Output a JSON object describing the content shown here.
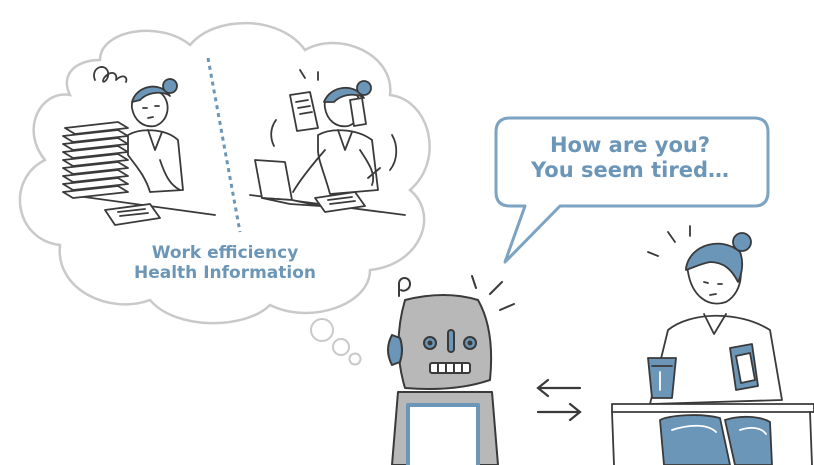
{
  "thought_bubble": {
    "line1": "Work efficiency",
    "line2": "Health Information"
  },
  "speech_bubble": {
    "line1": "How are you?",
    "line2": "You seem tired…"
  },
  "colors": {
    "accent_blue": "#6b96b8",
    "ink": "#3a3a3a",
    "bubble_outline": "#7da3c3"
  },
  "icons": {
    "arrows": "bidirectional-arrows-icon"
  }
}
